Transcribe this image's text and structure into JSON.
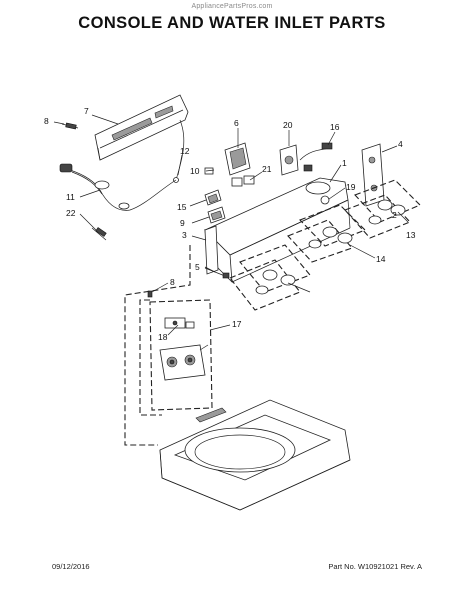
{
  "header": {
    "watermark": "AppliancePartsPros.com",
    "title": "CONSOLE AND WATER INLET PARTS"
  },
  "callouts": [
    "7",
    "8",
    "6",
    "20",
    "16",
    "4",
    "12",
    "10",
    "21",
    "1",
    "11",
    "15",
    "19",
    "22",
    "9",
    "2",
    "3",
    "13",
    "14",
    "5",
    "8",
    "18",
    "17"
  ],
  "footer": {
    "date": "09/12/2016",
    "part_number": "Part No. W10921021  Rev. A"
  }
}
